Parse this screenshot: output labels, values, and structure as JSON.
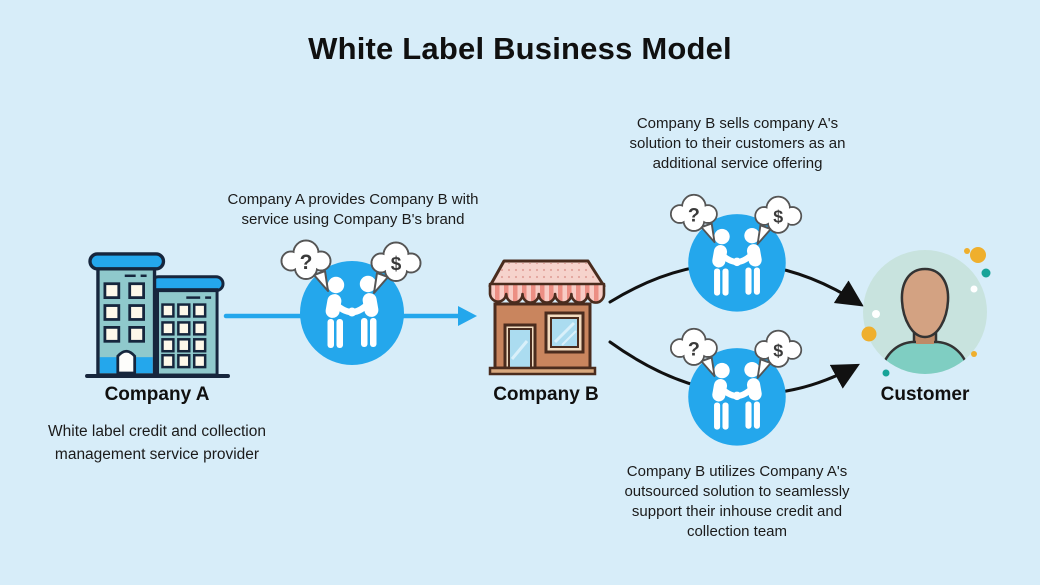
{
  "title": "White Label Business Model",
  "colors": {
    "background": "#D7EDF9",
    "accent_blue": "#24A7EC",
    "building_teal": "#8FC9CC",
    "outline_navy": "#16263D",
    "store_outline": "#4A2C1E",
    "arrow_black": "#111111",
    "dot_orange": "#EFAF2D",
    "dot_teal": "#17A398",
    "text": "#1b1b1b"
  },
  "nodes": {
    "company_a": {
      "label": "Company A",
      "description": "White label credit and collection management service provider",
      "icon": "office-buildings-icon"
    },
    "company_b": {
      "label": "Company B",
      "icon": "storefront-icon"
    },
    "customer": {
      "label": "Customer",
      "icon": "person-avatar-icon"
    }
  },
  "flows": {
    "a_to_b": {
      "caption": "Company A provides Company B with service using Company B's brand",
      "style": "blue-straight-arrow"
    },
    "b_to_customer_top": {
      "caption": "Company B sells company A's solution to their customers as an additional service offering",
      "style": "black-curved-arrow"
    },
    "b_to_customer_bottom": {
      "caption": "Company B utilizes Company A's outsourced solution to seamlessly support their inhouse credit and collection team",
      "style": "black-curved-arrow"
    }
  },
  "handshake_bubbles": {
    "question": "?",
    "dollar": "$"
  }
}
